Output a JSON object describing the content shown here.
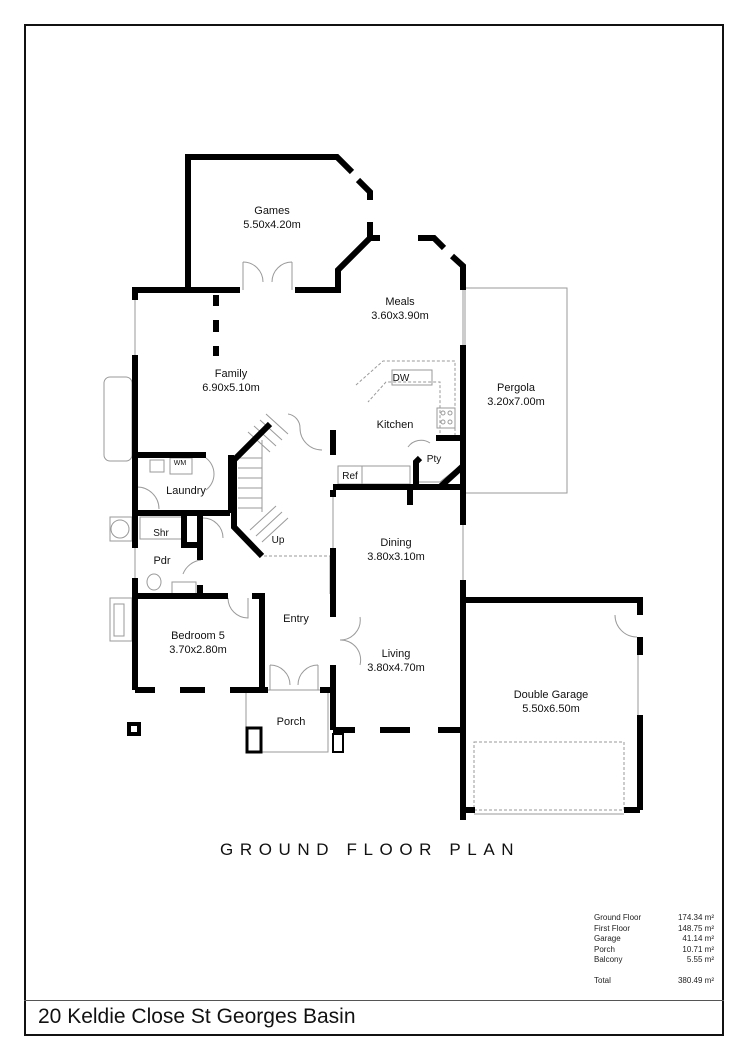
{
  "plan": {
    "title": "GROUND FLOOR PLAN",
    "address": "20 Keldie Close St Georges Basin"
  },
  "rooms": {
    "games": {
      "name": "Games",
      "size": "5.50x4.20m"
    },
    "meals": {
      "name": "Meals",
      "size": "3.60x3.90m"
    },
    "family": {
      "name": "Family",
      "size": "6.90x5.10m"
    },
    "pergola": {
      "name": "Pergola",
      "size": "3.20x7.00m"
    },
    "kitchen": {
      "name": "Kitchen"
    },
    "pantry": {
      "name": "Pty"
    },
    "fridge": {
      "name": "Ref"
    },
    "dishwasher": {
      "name": "DW"
    },
    "laundry": {
      "name": "Laundry"
    },
    "washing_machine": {
      "name": "WM"
    },
    "shower": {
      "name": "Shr"
    },
    "powder": {
      "name": "Pdr"
    },
    "stairs": {
      "name": "Up"
    },
    "dining": {
      "name": "Dining",
      "size": "3.80x3.10m"
    },
    "living": {
      "name": "Living",
      "size": "3.80x4.70m"
    },
    "entry": {
      "name": "Entry"
    },
    "bedroom5": {
      "name": "Bedroom 5",
      "size": "3.70x2.80m"
    },
    "porch": {
      "name": "Porch"
    },
    "garage": {
      "name": "Double Garage",
      "size": "5.50x6.50m"
    }
  },
  "areas": {
    "rows": [
      {
        "label": "Ground Floor",
        "value": "174.34 m²"
      },
      {
        "label": "First Floor",
        "value": "148.75 m²"
      },
      {
        "label": "Garage",
        "value": "41.14 m²"
      },
      {
        "label": "Porch",
        "value": "10.71 m²"
      },
      {
        "label": "Balcony",
        "value": "5.55 m²"
      }
    ],
    "total": {
      "label": "Total",
      "value": "380.49 m²"
    }
  },
  "colors": {
    "wall": "#000000",
    "line": "#9a9a9a",
    "background": "#ffffff"
  }
}
